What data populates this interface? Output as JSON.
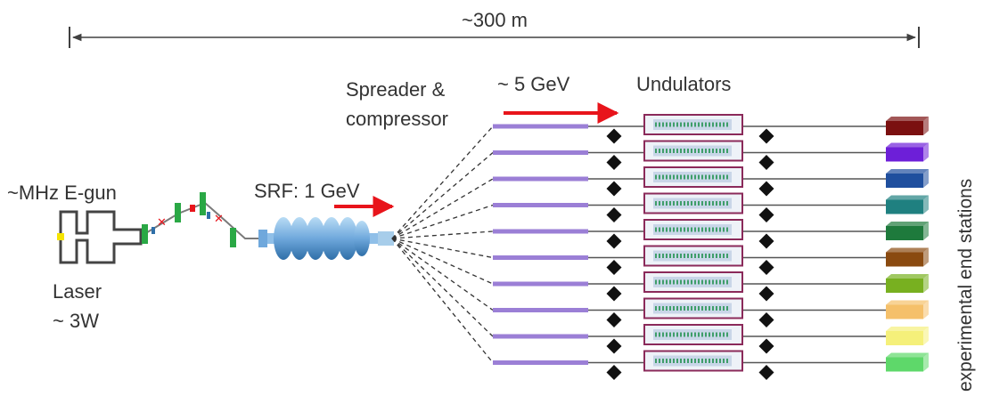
{
  "labels": {
    "length": "~300 m",
    "spreader_line1": "Spreader &",
    "spreader_line2": "compressor",
    "energy_high": "~ 5 GeV",
    "undulators": "Undulators",
    "egun": "~MHz E-gun",
    "srf": "SRF:  1 GeV",
    "laser_line1": "Laser",
    "laser_line2": "~ 3W",
    "stations": "experimental end stations"
  },
  "colors": {
    "arrow": "#e8141b",
    "dimension": "#404040",
    "beamline": "#555555",
    "spreader_pipe": "#9b7fd6",
    "undulator_frame": "#8b2a5a",
    "undulator_fill": "#c9d6e8",
    "undulator_coil": "#3f9e6a",
    "srf_cavity": "#6fa8dc",
    "magnet": "#2aa845",
    "laser_spot": "#f5e400"
  },
  "end_station_colors": [
    "#7b1010",
    "#6d1fd8",
    "#1f4f9e",
    "#1f8080",
    "#1e7a3c",
    "#8a4a10",
    "#78b020",
    "#f5c06a",
    "#f5f07a",
    "#5ed86a"
  ]
}
